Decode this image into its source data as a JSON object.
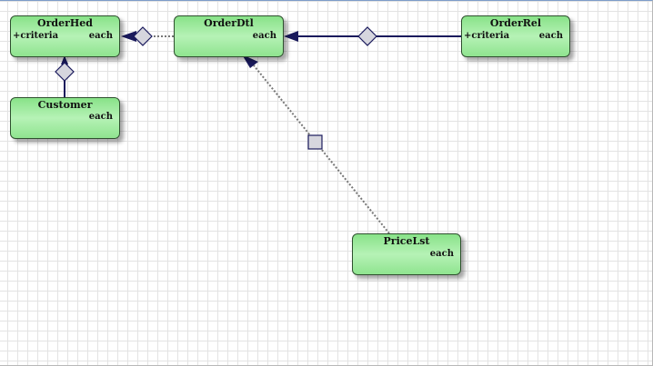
{
  "diagram": {
    "nodes": [
      {
        "id": "orderhed",
        "title": "OrderHed",
        "attribute": "+criteria",
        "multiplicity": "each"
      },
      {
        "id": "orderdtl",
        "title": "OrderDtl",
        "attribute": "",
        "multiplicity": "each"
      },
      {
        "id": "orderrel",
        "title": "OrderRel",
        "attribute": "+criteria",
        "multiplicity": "each"
      },
      {
        "id": "customer",
        "title": "Customer",
        "attribute": "",
        "multiplicity": "each"
      },
      {
        "id": "pricelst",
        "title": "PriceLst",
        "attribute": "",
        "multiplicity": "each"
      }
    ],
    "links": [
      {
        "from": "orderdtl",
        "to": "orderhed",
        "style": "dotted",
        "connector": "diamond"
      },
      {
        "from": "orderrel",
        "to": "orderdtl",
        "style": "solid",
        "connector": "diamond"
      },
      {
        "from": "customer",
        "to": "orderhed",
        "style": "solid",
        "connector": "diamond"
      },
      {
        "from": "pricelst",
        "to": "orderdtl",
        "style": "dotted",
        "connector": "square"
      }
    ],
    "colors": {
      "node_fill": "#9ee89e",
      "node_border": "#2f4f2f",
      "link": "#1a1a5c",
      "connector_fill": "#d6d6de",
      "grid": "#e3e3e3"
    }
  }
}
